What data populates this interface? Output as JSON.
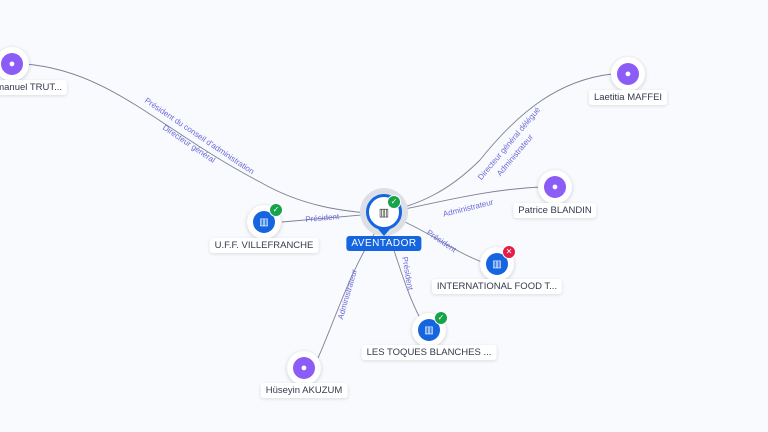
{
  "center": {
    "name": "AVENTADOR",
    "status": "active",
    "icon": "building-icon"
  },
  "nodes": [
    {
      "name": "Emmanuel TRUT...",
      "type": "person",
      "icon": "person-icon"
    },
    {
      "name": "Laetitia MAFFEI",
      "type": "person",
      "icon": "person-icon"
    },
    {
      "name": "Patrice BLANDIN",
      "type": "person",
      "icon": "person-icon"
    },
    {
      "name": "U.F.F. VILLEFRANCHE",
      "type": "company",
      "status": "active",
      "icon": "building-icon"
    },
    {
      "name": "INTERNATIONAL FOOD T...",
      "type": "company",
      "status": "closed",
      "icon": "building-icon"
    },
    {
      "name": "LES TOQUES BLANCHES ...",
      "type": "company",
      "status": "active",
      "icon": "building-icon"
    },
    {
      "name": "Hüseyin AKUZUM",
      "type": "person",
      "icon": "person-icon"
    }
  ],
  "edges": {
    "emmanuel_1": "Président du conseil d'administration",
    "emmanuel_2": "Directeur général",
    "laetitia_1": "Directeur général délégué",
    "laetitia_2": "Administrateur",
    "patrice": "Administrateur",
    "uff": "Président",
    "intl": "Président",
    "toques": "Président",
    "huseyin": "Administrateur"
  },
  "colors": {
    "company": "#1565e0",
    "person": "#8b5cf6",
    "active": "#16a34a",
    "closed": "#e11d48",
    "edge_label": "#6b6bd8"
  }
}
